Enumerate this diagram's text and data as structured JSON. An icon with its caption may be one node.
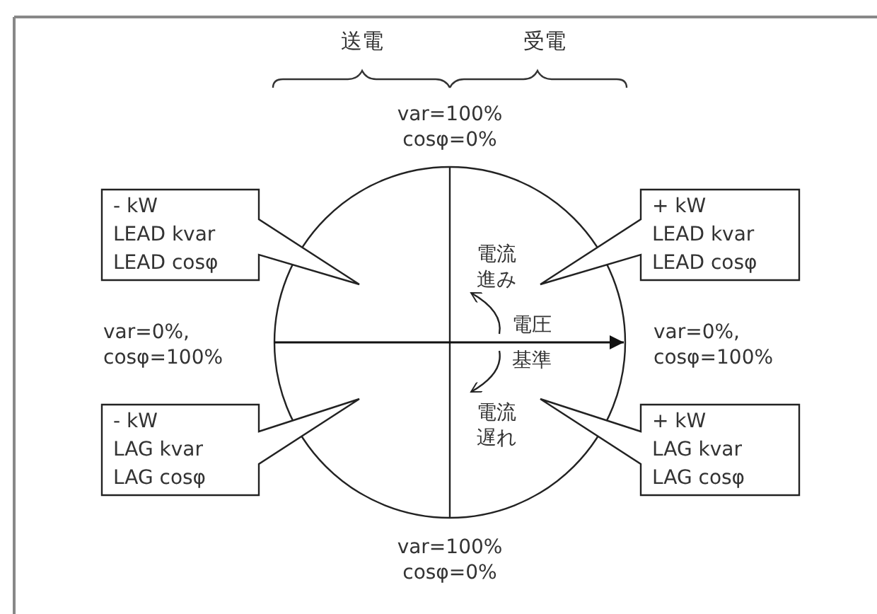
{
  "diagram": {
    "nodes": [
      {
        "text": [
          "- kW",
          "LEAD kvar",
          "LEAD cosφ"
        ]
      },
      {
        "text": [
          "+ kW",
          "LEAD kvar",
          "LEAD cosφ"
        ]
      },
      {
        "text": [
          "- kW",
          "LAG kvar",
          "LAG cosφ"
        ]
      },
      {
        "text": [
          "+ kW",
          "LAG kvar",
          "LAG cosφ"
        ]
      }
    ],
    "labels": [
      "送電",
      "受電",
      "var=100% cosφ=0%",
      "電流進み",
      "var=0%, cosφ=100%",
      "電圧",
      "基準",
      "var=0%, cosφ=100%",
      "電流遅れ",
      "var=100% cosφ=0%"
    ]
  }
}
